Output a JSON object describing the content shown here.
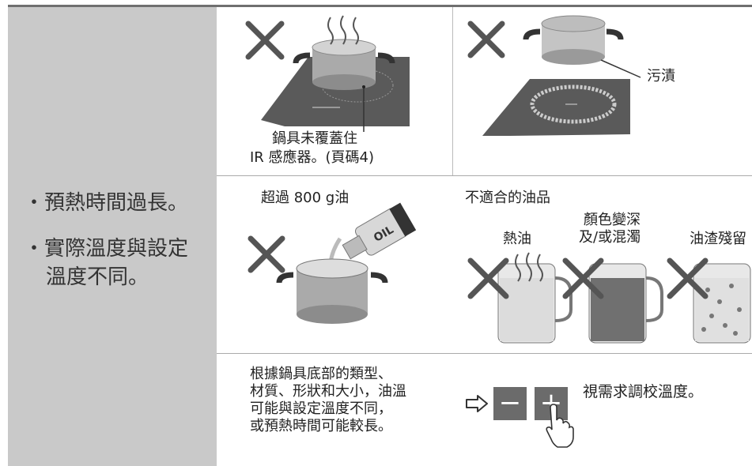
{
  "left": {
    "bullets": [
      "・預熱時間過長。",
      "・實際溫度與設定",
      "溫度不同。"
    ]
  },
  "row1": {
    "cell1_caption_line1": "鍋具未覆蓋住",
    "cell1_caption_line2": "IR 感應器。(頁碼4)",
    "cell2_label": "污漬"
  },
  "row2": {
    "cell1_label": "超過 800 g油",
    "bottle_label": "OIL",
    "cell2_title": "不適合的油品",
    "oil_labels": [
      "熱油",
      "顏色變深",
      "及/或混濁",
      "油渣殘留"
    ]
  },
  "row3": {
    "note_lines": [
      "根據鍋具底部的類型、",
      "材質、形狀和大小，油溫",
      "可能與設定溫度不同，",
      "或預熱時間可能較長。"
    ],
    "minus_label": "−",
    "plus_label": "+",
    "action_text": "視需求調校溫度。"
  }
}
